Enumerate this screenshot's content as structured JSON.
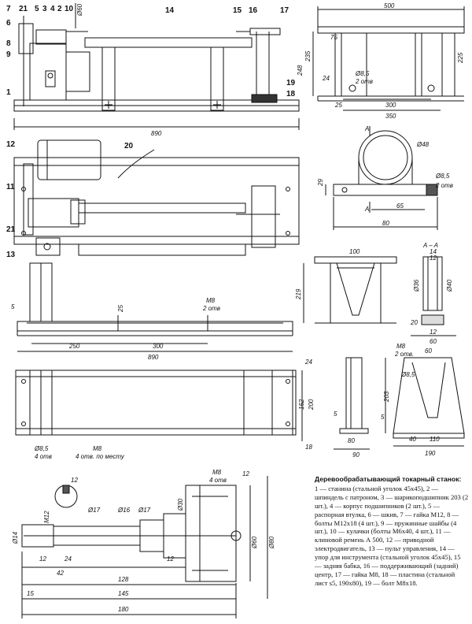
{
  "caption": {
    "title": "Деревообрабатывающий токарный станок:",
    "text": "1 — станина (стальной уголок 45х45), 2 — шпиндель с патроном, 3 — шарикоподшипник 203 (2 шт.), 4 — корпус подшипников (2 шт.), 5 — распорная втулка, 6 — шкив, 7 — гайка М12, 8 — болты М12х18 (4 шт.), 9 — пружинные шайбы (4 шт.), 10 — кулачки (болты М6х40, 4 шт.), 11 — клиновой ремень А 500, 12 — приводной электродвигатель, 13 — пульт управления, 14 — упор для инструмента (стальной уголок 45х45), 15 — задняя бабка, 16 — поддерживающий (задний) центр, 17 — гайка М8, 18 — пластина (стальной лист s5, 190х80), 19 — болт М8х18."
  },
  "callouts": [
    "1",
    "2",
    "3",
    "4",
    "5",
    "6",
    "7",
    "8",
    "9",
    "10",
    "11",
    "12",
    "13",
    "14",
    "15",
    "16",
    "17",
    "18",
    "19",
    "20",
    "21",
    "21"
  ],
  "dims": {
    "d890a": "890",
    "d890b": "890",
    "d500": "500",
    "d75": "75",
    "d235": "235",
    "d248": "248",
    "d225": "225",
    "d24a": "24",
    "d25a": "25",
    "d300a": "300",
    "d350": "350",
    "d85a": "Ø8,5",
    "d2otv1": "2 отв",
    "d48": "Ø48",
    "d29": "29",
    "d85b": "Ø8,5",
    "d2otv2": "2 отв",
    "d65": "65",
    "d80a": "80",
    "d12a": "12",
    "d100": "100",
    "d219": "219",
    "d14": "14",
    "d36": "Ø36",
    "d40": "Ø40",
    "d20": "20",
    "d60": "60",
    "d12b": "12",
    "d25b": "25",
    "dM8a": "M8",
    "d2otv3": "2 отв",
    "d5a": "5",
    "d250": "250",
    "d300b": "300",
    "dM8b": "M8",
    "d2otv4": "2 отв.",
    "d60b": "60",
    "d85c": "Ø8,5",
    "d203": "203",
    "d5b": "5",
    "d110": "110",
    "d40b": "40",
    "d190": "190",
    "d24b": "24",
    "d152": "152",
    "d200": "200",
    "d85d": "Ø8,5",
    "d4otv": "4 отв",
    "dM8c": "M8",
    "d4otvm": "4 отв. по месту",
    "d18": "18",
    "d5c": "5",
    "d80b": "80",
    "d90": "90",
    "d12c": "12",
    "dM12": "M12",
    "d14b": "Ø14",
    "d17a": "Ø17",
    "d16": "Ø16",
    "d17b": "Ø17",
    "d30": "Ø30",
    "d12d": "12",
    "d24c": "24",
    "d42": "42",
    "d12e": "12",
    "d128": "128",
    "d15": "15",
    "d145": "145",
    "d180": "180",
    "dM8d": "M8",
    "d4otv2": "4 отв",
    "d12f": "12",
    "d60c": "Ø60",
    "d80c": "Ø80",
    "d60d": "Ø60",
    "secA1": "A",
    "secA2": "A",
    "secAA": "A – A"
  }
}
